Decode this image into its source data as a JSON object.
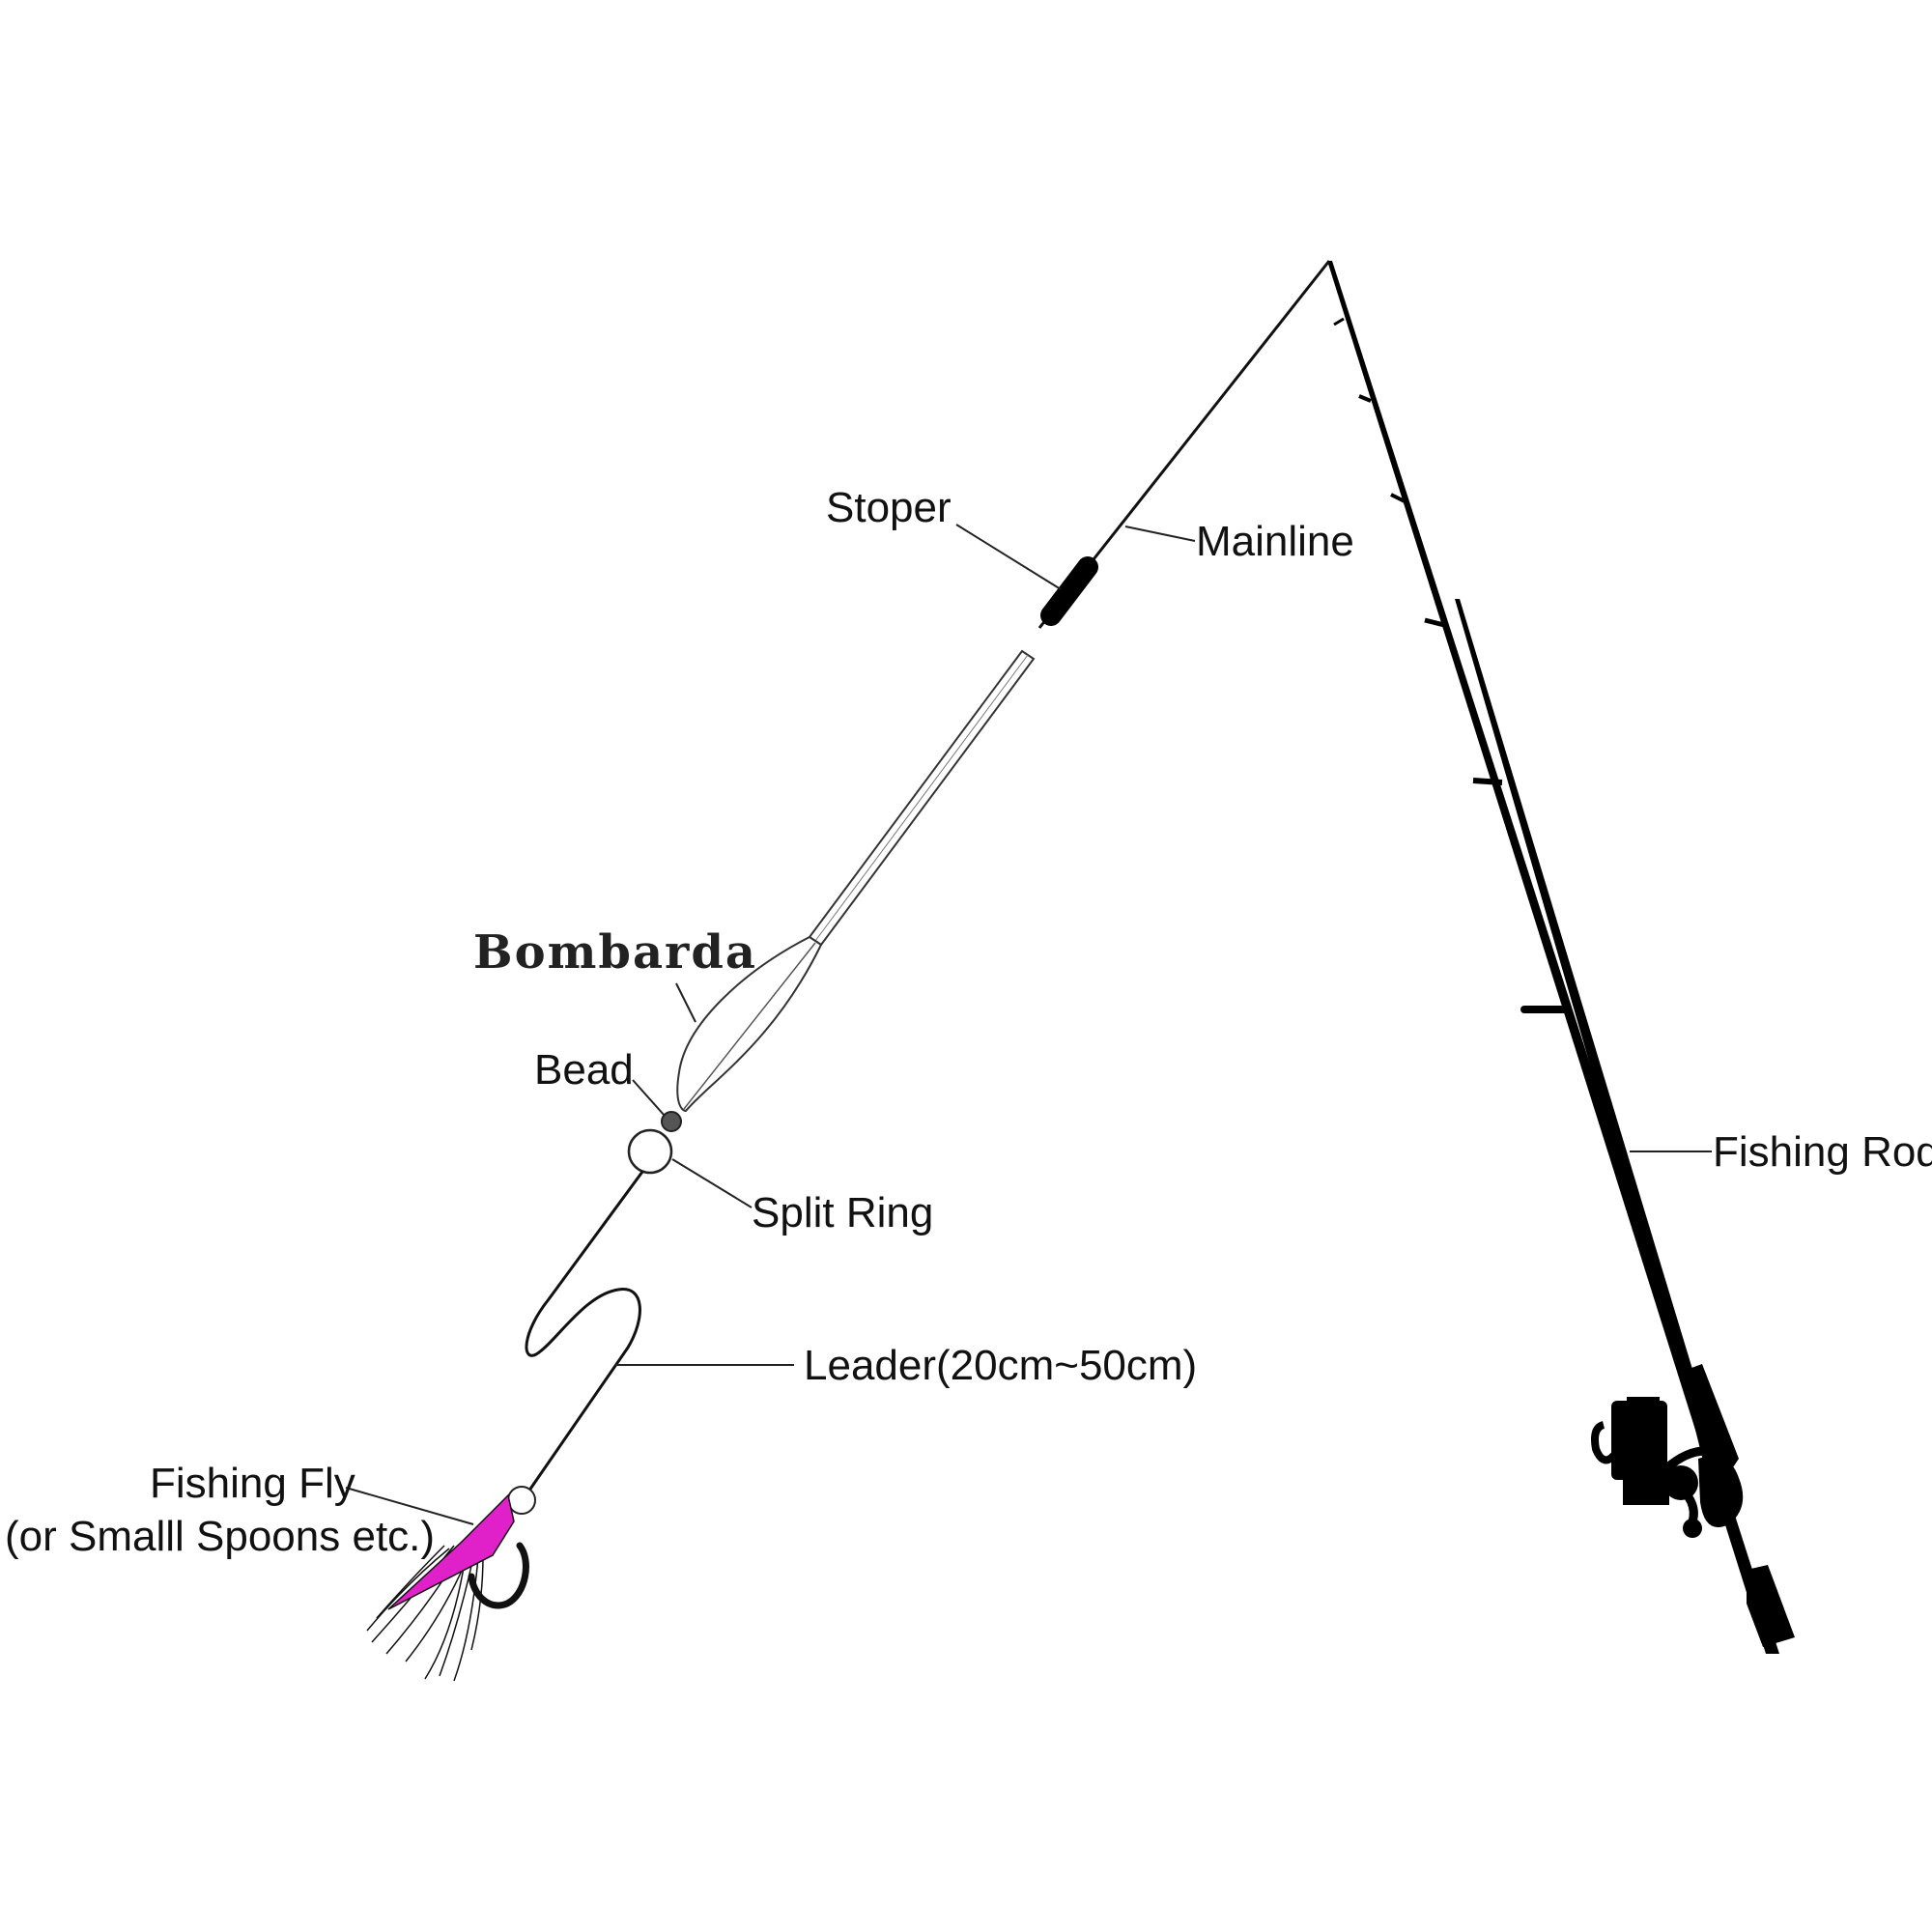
{
  "labels": {
    "mainline": "Mainline",
    "stoper": "Stoper",
    "bombarda": "Bombarda",
    "bead": "Bead",
    "split_ring": "Split Ring",
    "leader": "Leader(20cm~50cm)",
    "fishing_fly_line1": "Fishing Fly",
    "fishing_fly_line2": "(or Smalll Spoons etc.)",
    "fishing_rod": "Fishing Rod"
  },
  "colors": {
    "fly_body": "#e020c8",
    "line": "#111111",
    "rod": "#000000",
    "background": "#ffffff"
  },
  "icons": [
    "fishing-rod-icon",
    "spinning-reel-icon",
    "bombarda-float-icon",
    "fishing-fly-icon",
    "hook-icon"
  ]
}
